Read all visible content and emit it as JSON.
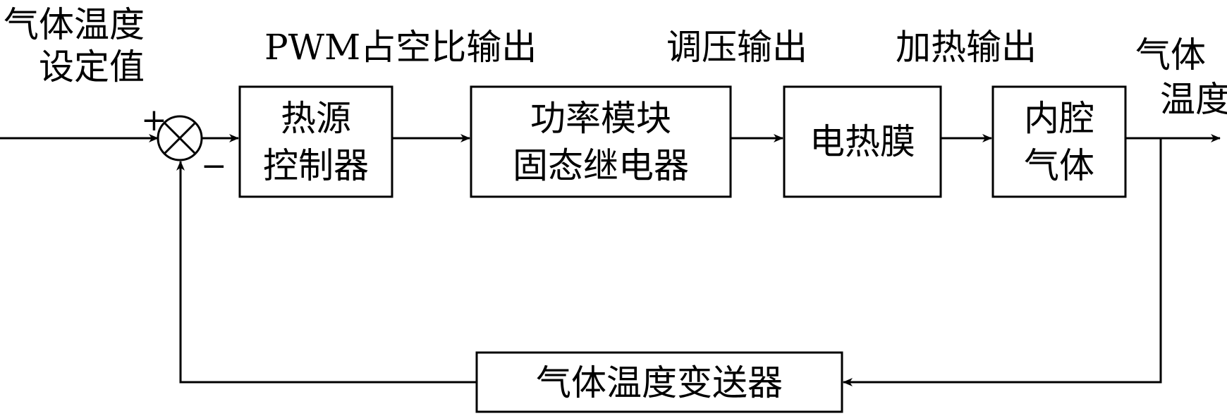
{
  "input_label": [
    "气体温度",
    "设定值"
  ],
  "output_label": [
    "气体",
    "温度"
  ],
  "signs": {
    "plus": "+",
    "minus": "−"
  },
  "signals": {
    "pwm": "PWM占空比输出",
    "voltage": "调压输出",
    "heating": "加热输出"
  },
  "blocks": {
    "heat_controller": [
      "热源",
      "控制器"
    ],
    "power_module": [
      "功率模块",
      "固态继电器"
    ],
    "heating_film": [
      "电热膜"
    ],
    "inner_gas": [
      "内腔",
      "气体"
    ],
    "transmitter": [
      "气体温度变送器"
    ]
  }
}
